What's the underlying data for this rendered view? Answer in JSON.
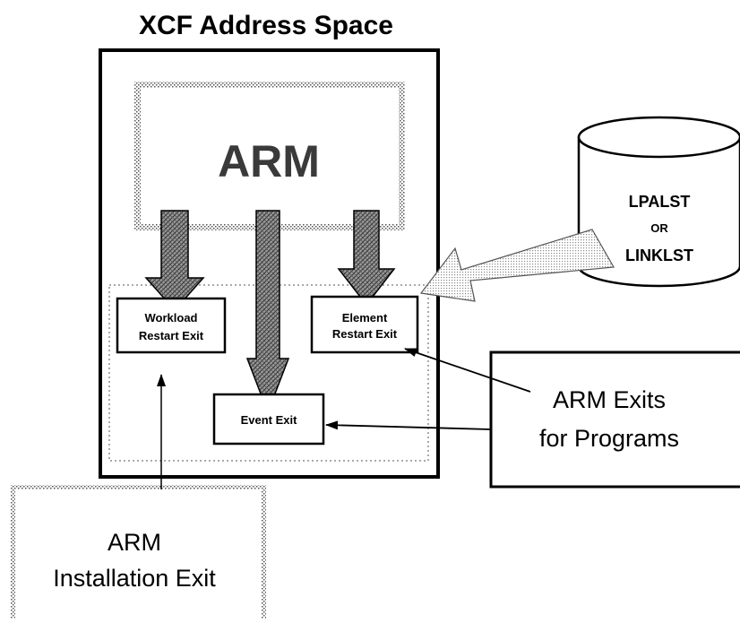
{
  "title": "XCF Address Space",
  "arm_box_label": "ARM",
  "workload_exit": {
    "line1": "Workload",
    "line2": "Restart Exit"
  },
  "element_exit": {
    "line1": "Element",
    "line2": "Restart Exit"
  },
  "event_exit": "Event Exit",
  "database": {
    "line1": "LPALST",
    "line2": "OR",
    "line3": "LINKLST"
  },
  "arm_exits_programs": {
    "line1": "ARM Exits",
    "line2": "for Programs"
  },
  "installation_exit": {
    "line1": "ARM",
    "line2": "Installation Exit"
  }
}
